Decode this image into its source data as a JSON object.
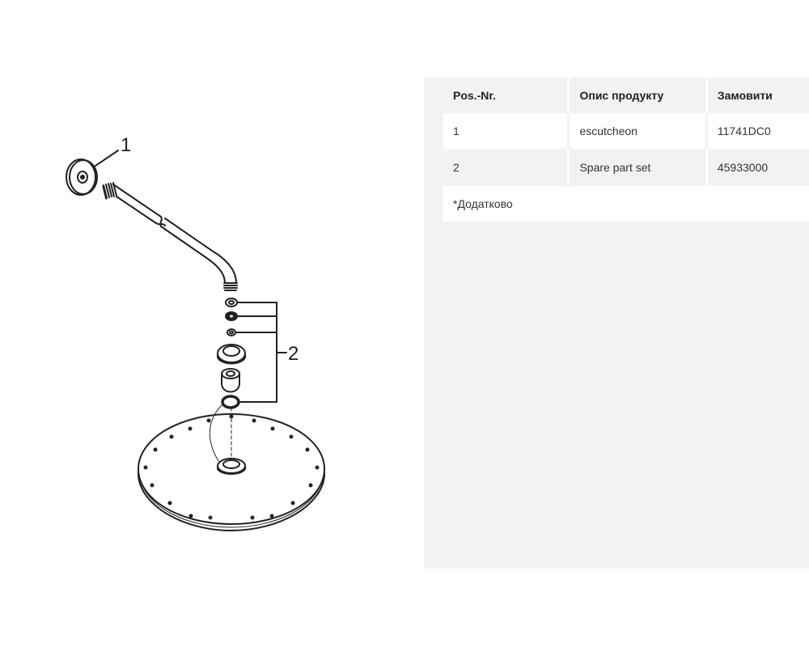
{
  "drawing": {
    "callouts": [
      "1",
      "2"
    ]
  },
  "table": {
    "headers": {
      "pos": "Pos.-Nr.",
      "description": "Опис продукту",
      "order": "Замовити"
    },
    "rows": [
      {
        "pos": "1",
        "description": "escutcheon",
        "order": "11741DC0"
      },
      {
        "pos": "2",
        "description": "Spare part set",
        "order": "45933000"
      }
    ],
    "footnote": "*Додатково"
  },
  "colors": {
    "panel_background": "#f2f2f2",
    "line_art": "#222222"
  }
}
